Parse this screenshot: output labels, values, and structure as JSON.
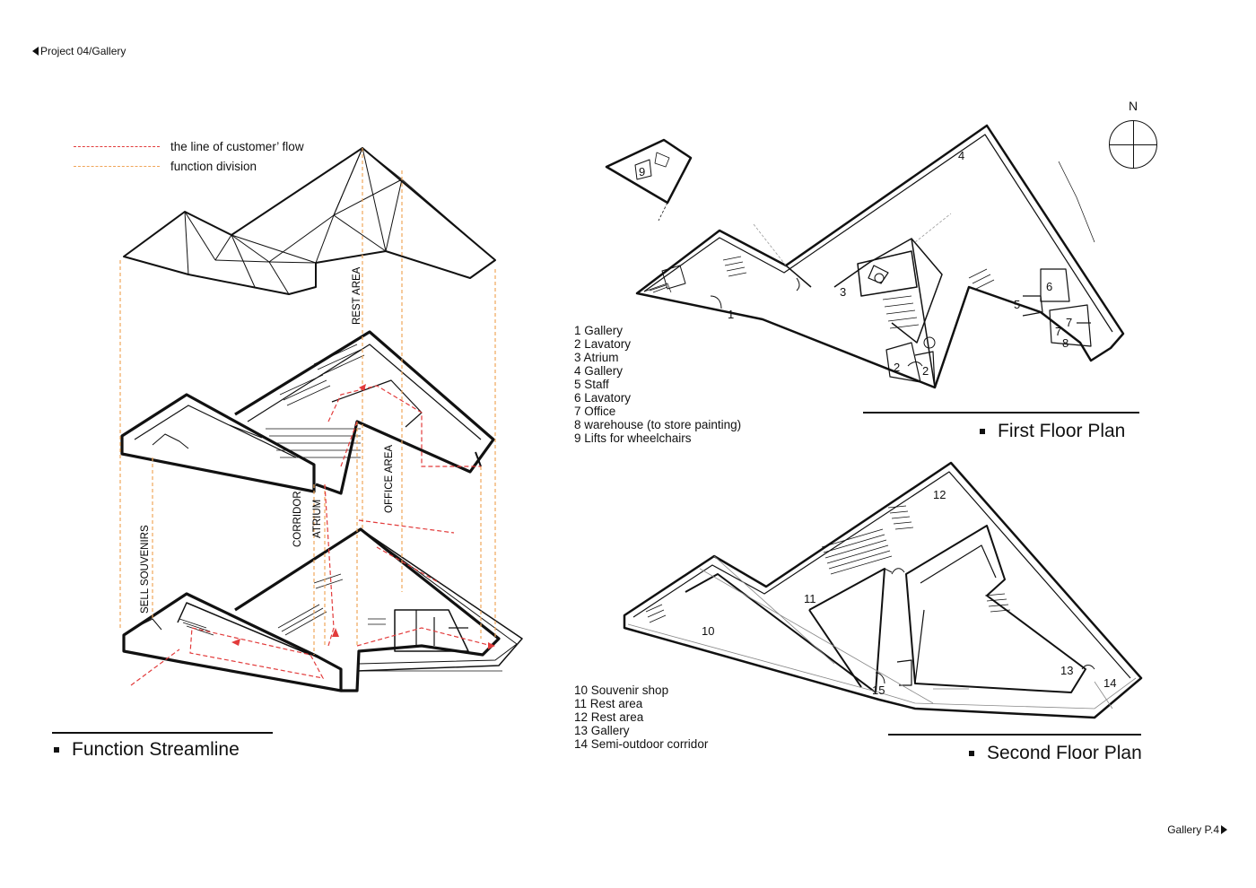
{
  "header": {
    "project": "Project 04/Gallery"
  },
  "footer": {
    "page": "Gallery P.4"
  },
  "legend": {
    "customer_flow": "the line of customer’ flow",
    "function_division": "function division"
  },
  "function_labels": {
    "rest_area": "REST AREA",
    "office_area": "OFFICE AREA",
    "corridor": "CORRIDOR",
    "atrium": "ATRIUM",
    "sell_souvenirs": "SELL SOUVENIRS"
  },
  "titles": {
    "function_streamline": "Function Streamline",
    "first_floor": "First Floor Plan",
    "second_floor": "Second Floor Plan"
  },
  "first_floor_list": [
    "1 Gallery",
    "2 Lavatory",
    "3 Atrium",
    "4 Gallery",
    "5 Staff",
    "6 Lavatory",
    "7 Office",
    "8 warehouse (to store painting)",
    "9 Lifts for wheelchairs"
  ],
  "second_floor_list": [
    "10 Souvenir shop",
    "11 Rest area",
    "12 Rest area",
    "13 Gallery",
    "14 Semi-outdoor corridor"
  ],
  "compass": {
    "north": "N"
  },
  "first_floor_room_numbers": [
    "1",
    "2",
    "2",
    "3",
    "4",
    "5",
    "6",
    "7",
    "7",
    "8",
    "9"
  ],
  "second_floor_room_numbers": [
    "10",
    "11",
    "12",
    "13",
    "14",
    "15"
  ],
  "colors": {
    "flow": "#e23b3b",
    "division": "#f0a65a",
    "ink": "#111111"
  }
}
